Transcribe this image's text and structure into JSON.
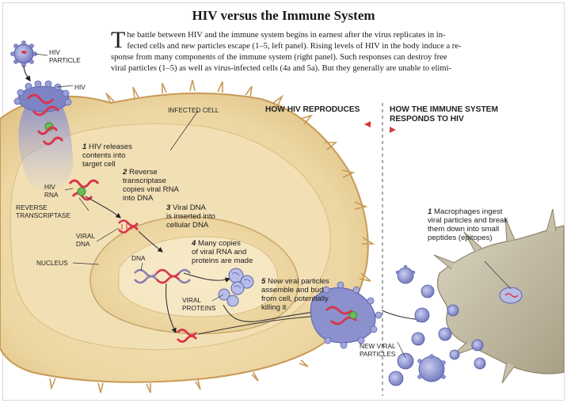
{
  "title": "HIV versus the Immune System",
  "intro": {
    "dropcap": "T",
    "line1": "he battle between HIV and the immune system begins in earnest after the virus replicates in in-",
    "line2": "fected cells and new particles escape (1–5, left panel). Rising levels of HIV in the body induce a re-",
    "line3": "sponse from many components of the immune system (right panel). Such responses can destroy free",
    "line4": "viral particles (1–5) as well as virus-infected cells (4a and 5a). But they generally are unable to elimi-"
  },
  "labels": {
    "hiv_particle": [
      "HIV",
      "PARTICLE"
    ],
    "hiv": "HIV",
    "infected_cell": "INFECTED CELL",
    "hiv_rna": [
      "HIV",
      "RNA"
    ],
    "reverse_transcriptase": [
      "REVERSE",
      "TRANSCRIPTASE"
    ],
    "viral_dna": [
      "VIRAL",
      "DNA"
    ],
    "nucleus": "NUCLEUS",
    "dna": "DNA",
    "viral_proteins": [
      "VIRAL",
      "PROTEINS"
    ],
    "new_viral_particles": [
      "NEW VIRAL",
      "PARTICLES"
    ]
  },
  "headers": {
    "left": "HOW HIV REPRODUCES",
    "right": [
      "HOW THE IMMUNE SYSTEM",
      "RESPONDS TO HIV"
    ]
  },
  "steps": [
    {
      "num": "1",
      "lines": [
        "HIV releases",
        "contents into",
        "target cell"
      ]
    },
    {
      "num": "2",
      "lines": [
        "Reverse",
        "transcriptase",
        "copies viral RNA",
        "into DNA"
      ]
    },
    {
      "num": "3",
      "lines": [
        "Viral DNA",
        "is inserted into",
        "cellular DNA"
      ]
    },
    {
      "num": "4",
      "lines": [
        "Many copies",
        "of viral RNA and",
        "proteins are made"
      ]
    },
    {
      "num": "5",
      "lines": [
        "New viral particles",
        "assemble and bud",
        "from cell, potentially",
        "killing it"
      ]
    }
  ],
  "immune_step": {
    "num": "1",
    "lines": [
      "Macrophages ingest",
      "viral particles and break",
      "them down into small",
      "peptides (epitopes)"
    ]
  },
  "colors": {
    "cell_outer": "#e7cf9c",
    "cell_inner": "#f1ddb2",
    "membrane": "#c89a55",
    "virus_blue": "#6e74b8",
    "rna_red": "#d9354a",
    "arrow_red": "#d33a3a",
    "macrophage": "#c4bca3"
  }
}
